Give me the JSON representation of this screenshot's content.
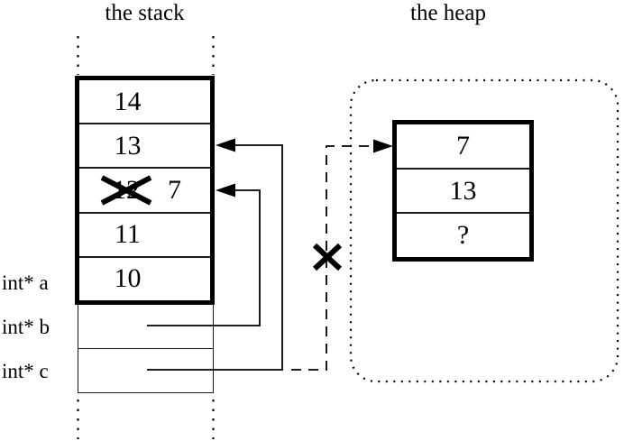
{
  "diagram": {
    "stack": {
      "title": "the stack",
      "cells": [
        {
          "value": "14"
        },
        {
          "value": "13"
        },
        {
          "value": "12",
          "crossed": true,
          "replacement": "7"
        },
        {
          "value": "11"
        },
        {
          "value": "10"
        }
      ],
      "variables": [
        {
          "label": "int* a",
          "points_to": "stack cell 10"
        },
        {
          "label": "int* b",
          "points_to": "stack cell 7 (was 12)"
        },
        {
          "label": "int* c",
          "points_to": "stack cell 13"
        }
      ]
    },
    "heap": {
      "title": "the heap",
      "cells": [
        {
          "value": "7"
        },
        {
          "value": "13"
        },
        {
          "value": "?"
        }
      ],
      "dangling_pointer_crossed_out": true
    },
    "colors": {
      "ink": "#000000",
      "background": "#ffffff"
    }
  }
}
